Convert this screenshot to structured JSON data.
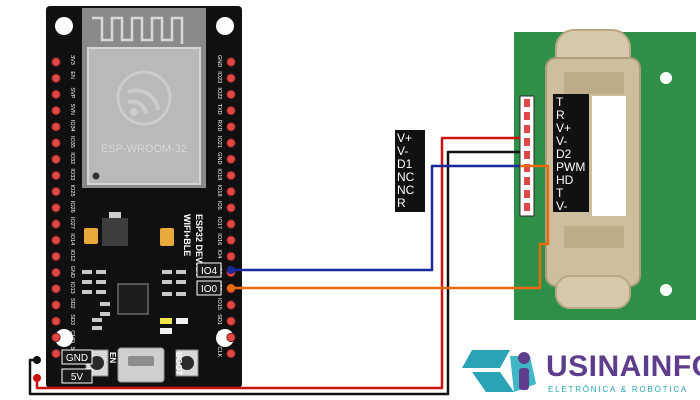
{
  "esp32": {
    "module_label": "ESP-WROOM-32",
    "board_label": "ESP32 DEVKIT",
    "wifi_label": "WIFI+BLE",
    "button_en": "EN",
    "button_boot": "BOOT",
    "pins": {
      "io4": "IO4",
      "io0": "IO0",
      "gnd": "GND",
      "v5": "5V"
    },
    "left_header": [
      "3V3",
      "EN",
      "SVP",
      "SVN",
      "IO34",
      "IO35",
      "IO32",
      "IO33",
      "IO25",
      "IO26",
      "IO27",
      "IO14",
      "IO12",
      "GND",
      "IO13",
      "SD2",
      "SD3",
      "CMD",
      "5V"
    ],
    "right_header": [
      "GND",
      "IO23",
      "IO22",
      "TXD",
      "RXD",
      "IO21",
      "GND",
      "IO19",
      "IO18",
      "IO5",
      "IO17",
      "IO16",
      "IO4",
      "IO0",
      "IO2",
      "IO15",
      "SD1",
      "SD0",
      "CLK"
    ]
  },
  "connector_label": {
    "lines": [
      "V+",
      "V-",
      "D1",
      "NC",
      "NC",
      "R"
    ]
  },
  "sensor": {
    "pins": [
      "T",
      "R",
      "V+",
      "V-",
      "D2",
      "PWM",
      "HD",
      "T",
      "V-"
    ]
  },
  "logo": {
    "brand": "USINAINFO",
    "tagline": "ELETRÔNICA & ROBÓTICA"
  },
  "colors": {
    "wire_red": "#cc1111",
    "wire_black": "#111111",
    "wire_blue": "#1a2a9a",
    "wire_orange": "#e86a10",
    "board": "#101010",
    "pin_pad": "#e04848",
    "sensor_pcb": "#2e8f47",
    "logo_teal": "#2aa3b4",
    "logo_purple": "#5e3d8c"
  }
}
